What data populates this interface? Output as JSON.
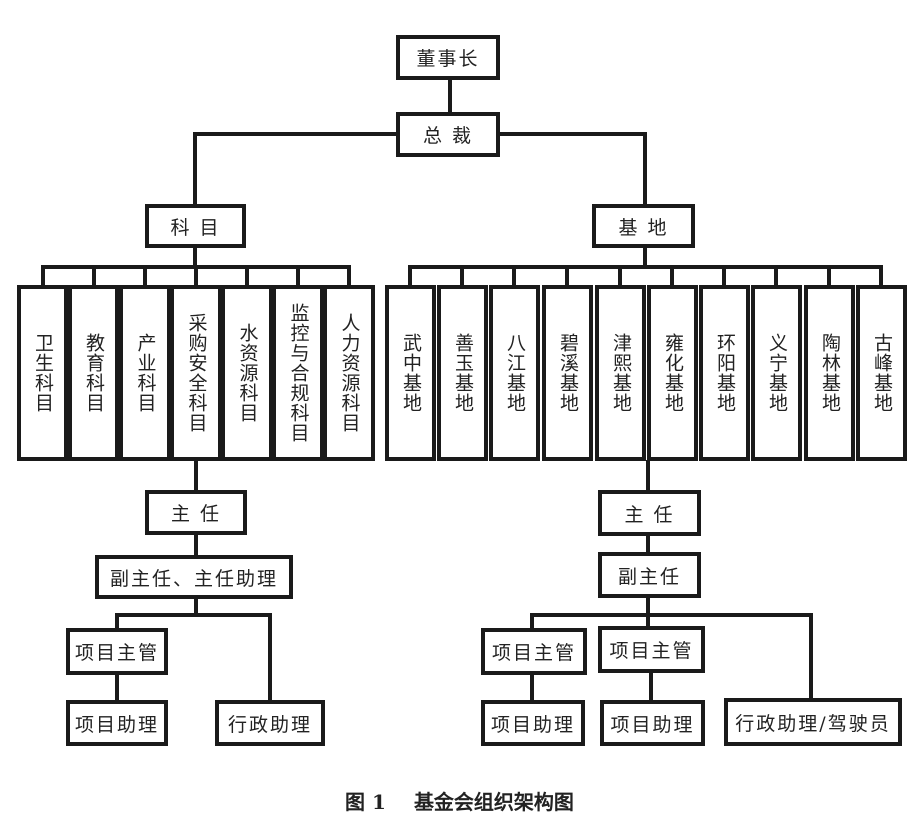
{
  "chairman": "董事长",
  "president": "总 裁",
  "subjects": {
    "label": "科 目",
    "items": [
      "卫生科目",
      "教育科目",
      "产业科目",
      "采购安全科目",
      "水资源科目",
      "监控与合规科目",
      "人力资源科目"
    ],
    "director": "主 任",
    "deputy": "副主任、主任助理",
    "manager": "项目主管",
    "assistant": "项目助理",
    "admin": "行政助理"
  },
  "bases": {
    "label": "基 地",
    "items": [
      "武中基地",
      "善玉基地",
      "八江基地",
      "碧溪基地",
      "津熙基地",
      "雍化基地",
      "环阳基地",
      "义宁基地",
      "陶林基地",
      "古峰基地"
    ],
    "director": "主 任",
    "deputy": "副主任",
    "manager_1": "项目主管",
    "manager_2": "项目主管",
    "assistant_1": "项目助理",
    "assistant_2": "项目助理",
    "admin": "行政助理/驾驶员"
  },
  "caption": {
    "number": "图 1",
    "title": "基金会组织架构图"
  }
}
